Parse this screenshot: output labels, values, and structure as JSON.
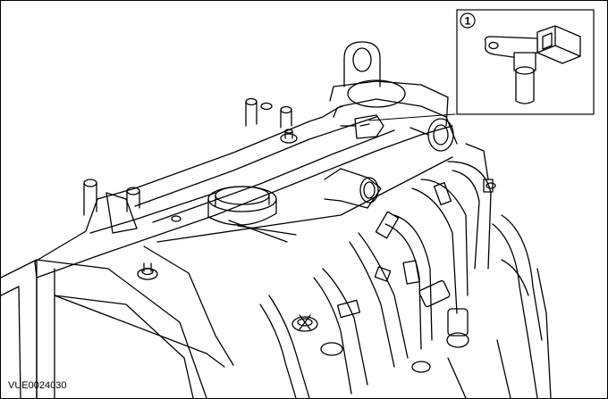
{
  "figure": {
    "reference_code": "VUE0024030",
    "callouts": [
      {
        "number": "1",
        "component": "sensor"
      }
    ]
  },
  "colors": {
    "line": "#000000",
    "background": "#ffffff"
  }
}
